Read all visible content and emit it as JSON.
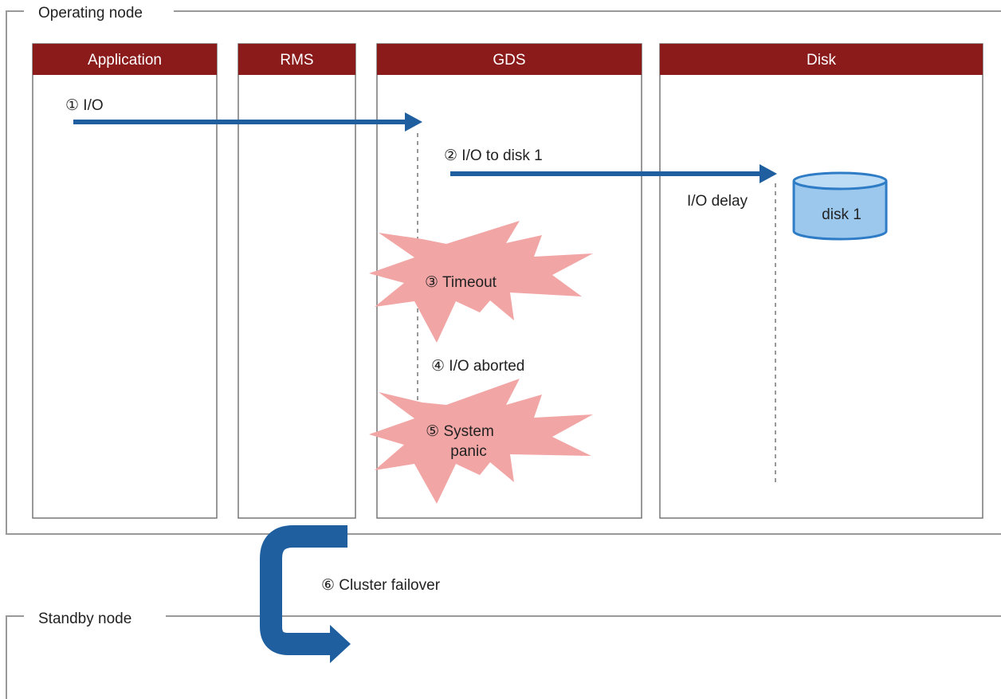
{
  "operating_node": {
    "label": "Operating node",
    "columns": [
      {
        "title": "Application"
      },
      {
        "title": "RMS"
      },
      {
        "title": "GDS"
      },
      {
        "title": "Disk"
      }
    ]
  },
  "standby_node": {
    "label": "Standby node"
  },
  "steps": {
    "step1": "① I/O",
    "step2": "② I/O to disk 1",
    "io_delay": "I/O delay",
    "disk_label": "disk 1",
    "step3": "③ Timeout",
    "step4": "④ I/O aborted",
    "step5_line1": "⑤ System",
    "step5_line2": "panic",
    "step6": "⑥ Cluster failover"
  },
  "colors": {
    "header_fill": "#8b1a1a",
    "arrow": "#1f5fa0",
    "burst": "#f2a5a5",
    "disk_fill": "#9cc8ee",
    "disk_stroke": "#2f7cc6",
    "frame_line": "#999999"
  }
}
